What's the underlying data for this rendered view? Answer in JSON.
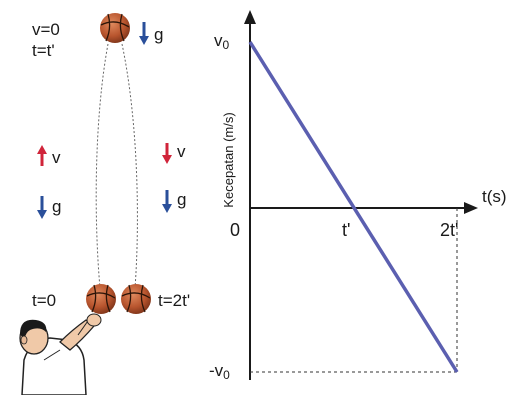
{
  "motion": {
    "top_v": "v=0",
    "top_t": "t=t'",
    "up_v": "v",
    "down_g": "g",
    "bottom_left_t": "t=0",
    "bottom_right_t": "t=2t'",
    "top_g": "g"
  },
  "chart_data": {
    "type": "line",
    "ylabel": "Kecepatan (m/s)",
    "xlabel": "t(s)",
    "x_ticks": [
      "0",
      "t'",
      "2t'"
    ],
    "y_ticks": [
      "v0",
      "0",
      "-v0"
    ],
    "series": [
      {
        "x": [
          "0",
          "t'",
          "2t'"
        ],
        "y": [
          "v0",
          "0",
          "-v0"
        ]
      }
    ],
    "grid": false
  },
  "colors": {
    "line": "#5b5fb0",
    "arrow_up": "#d0243a",
    "arrow_down": "#2a4f9a",
    "ball": "#b8552e"
  }
}
